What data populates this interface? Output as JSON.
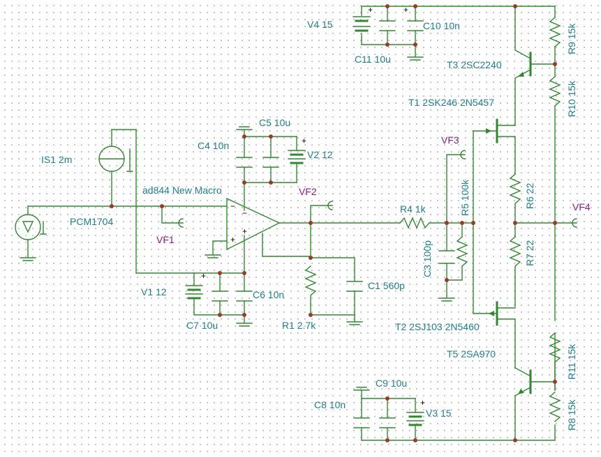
{
  "components": {
    "v4": "V4 15",
    "c10": "C10 10n",
    "c11": "C11 10u",
    "r9": "R9 15k",
    "t3": "T3 2SC2240",
    "r10": "R10 15k",
    "t1": "T1 2SK246 2N5457",
    "vf3": "VF3",
    "c5": "C5 10u",
    "c4": "C4 10n",
    "v2": "V2 12",
    "is1": "IS1 2m",
    "r5": "R5 100k",
    "r6": "R6 22",
    "vf2": "VF2",
    "opamp": "ad844 New Macro",
    "vf4": "VF4",
    "r4": "R4 1k",
    "pcm": "PCM1704",
    "vf1": "VF1",
    "c3": "C3 100p",
    "r7": "R7 22",
    "v1": "V1 12",
    "c1": "C1 560p",
    "c6": "C6 10n",
    "r1": "R1 2.7k",
    "t2": "T2 2SJ103 2N5460",
    "c7": "C7 10u",
    "t5": "T5 2SA970",
    "r11": "R11 15k",
    "c9": "C9 10u",
    "c8": "C8 10n",
    "v3": "V3 15",
    "r8": "R8 15k"
  },
  "symbols": {
    "plus": "+",
    "minus": "−"
  },
  "colors": {
    "wire": "#2f8a2f",
    "label": "#1e7f8f",
    "net_label": "#8b1a8b",
    "junction": "#9b3a2a"
  }
}
